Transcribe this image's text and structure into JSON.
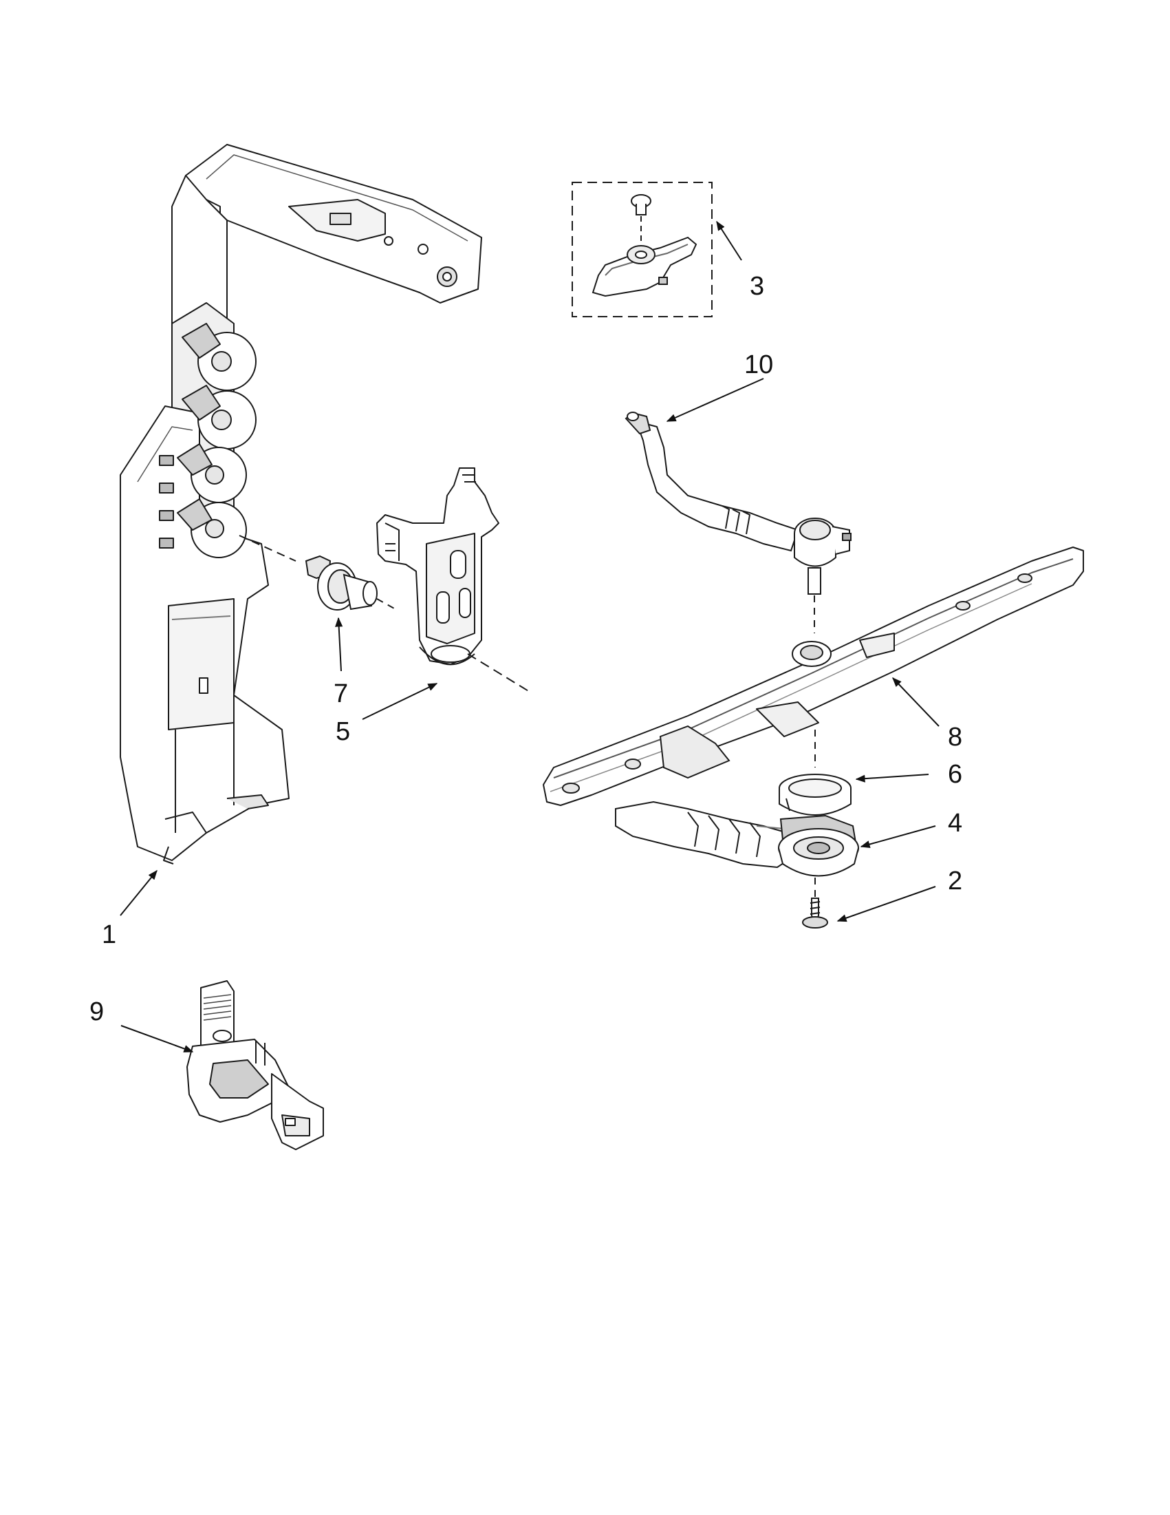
{
  "callouts": [
    {
      "id": "1",
      "label": "1"
    },
    {
      "id": "2",
      "label": "2"
    },
    {
      "id": "3",
      "label": "3"
    },
    {
      "id": "4",
      "label": "4"
    },
    {
      "id": "5",
      "label": "5"
    },
    {
      "id": "6",
      "label": "6"
    },
    {
      "id": "7",
      "label": "7"
    },
    {
      "id": "8",
      "label": "8"
    },
    {
      "id": "9",
      "label": "9"
    },
    {
      "id": "10",
      "label": "10"
    }
  ],
  "colors": {
    "line": "#1a1a1a",
    "fill": "#ffffff",
    "shade": "#d9d9d9",
    "dark": "#8c8c8c"
  }
}
